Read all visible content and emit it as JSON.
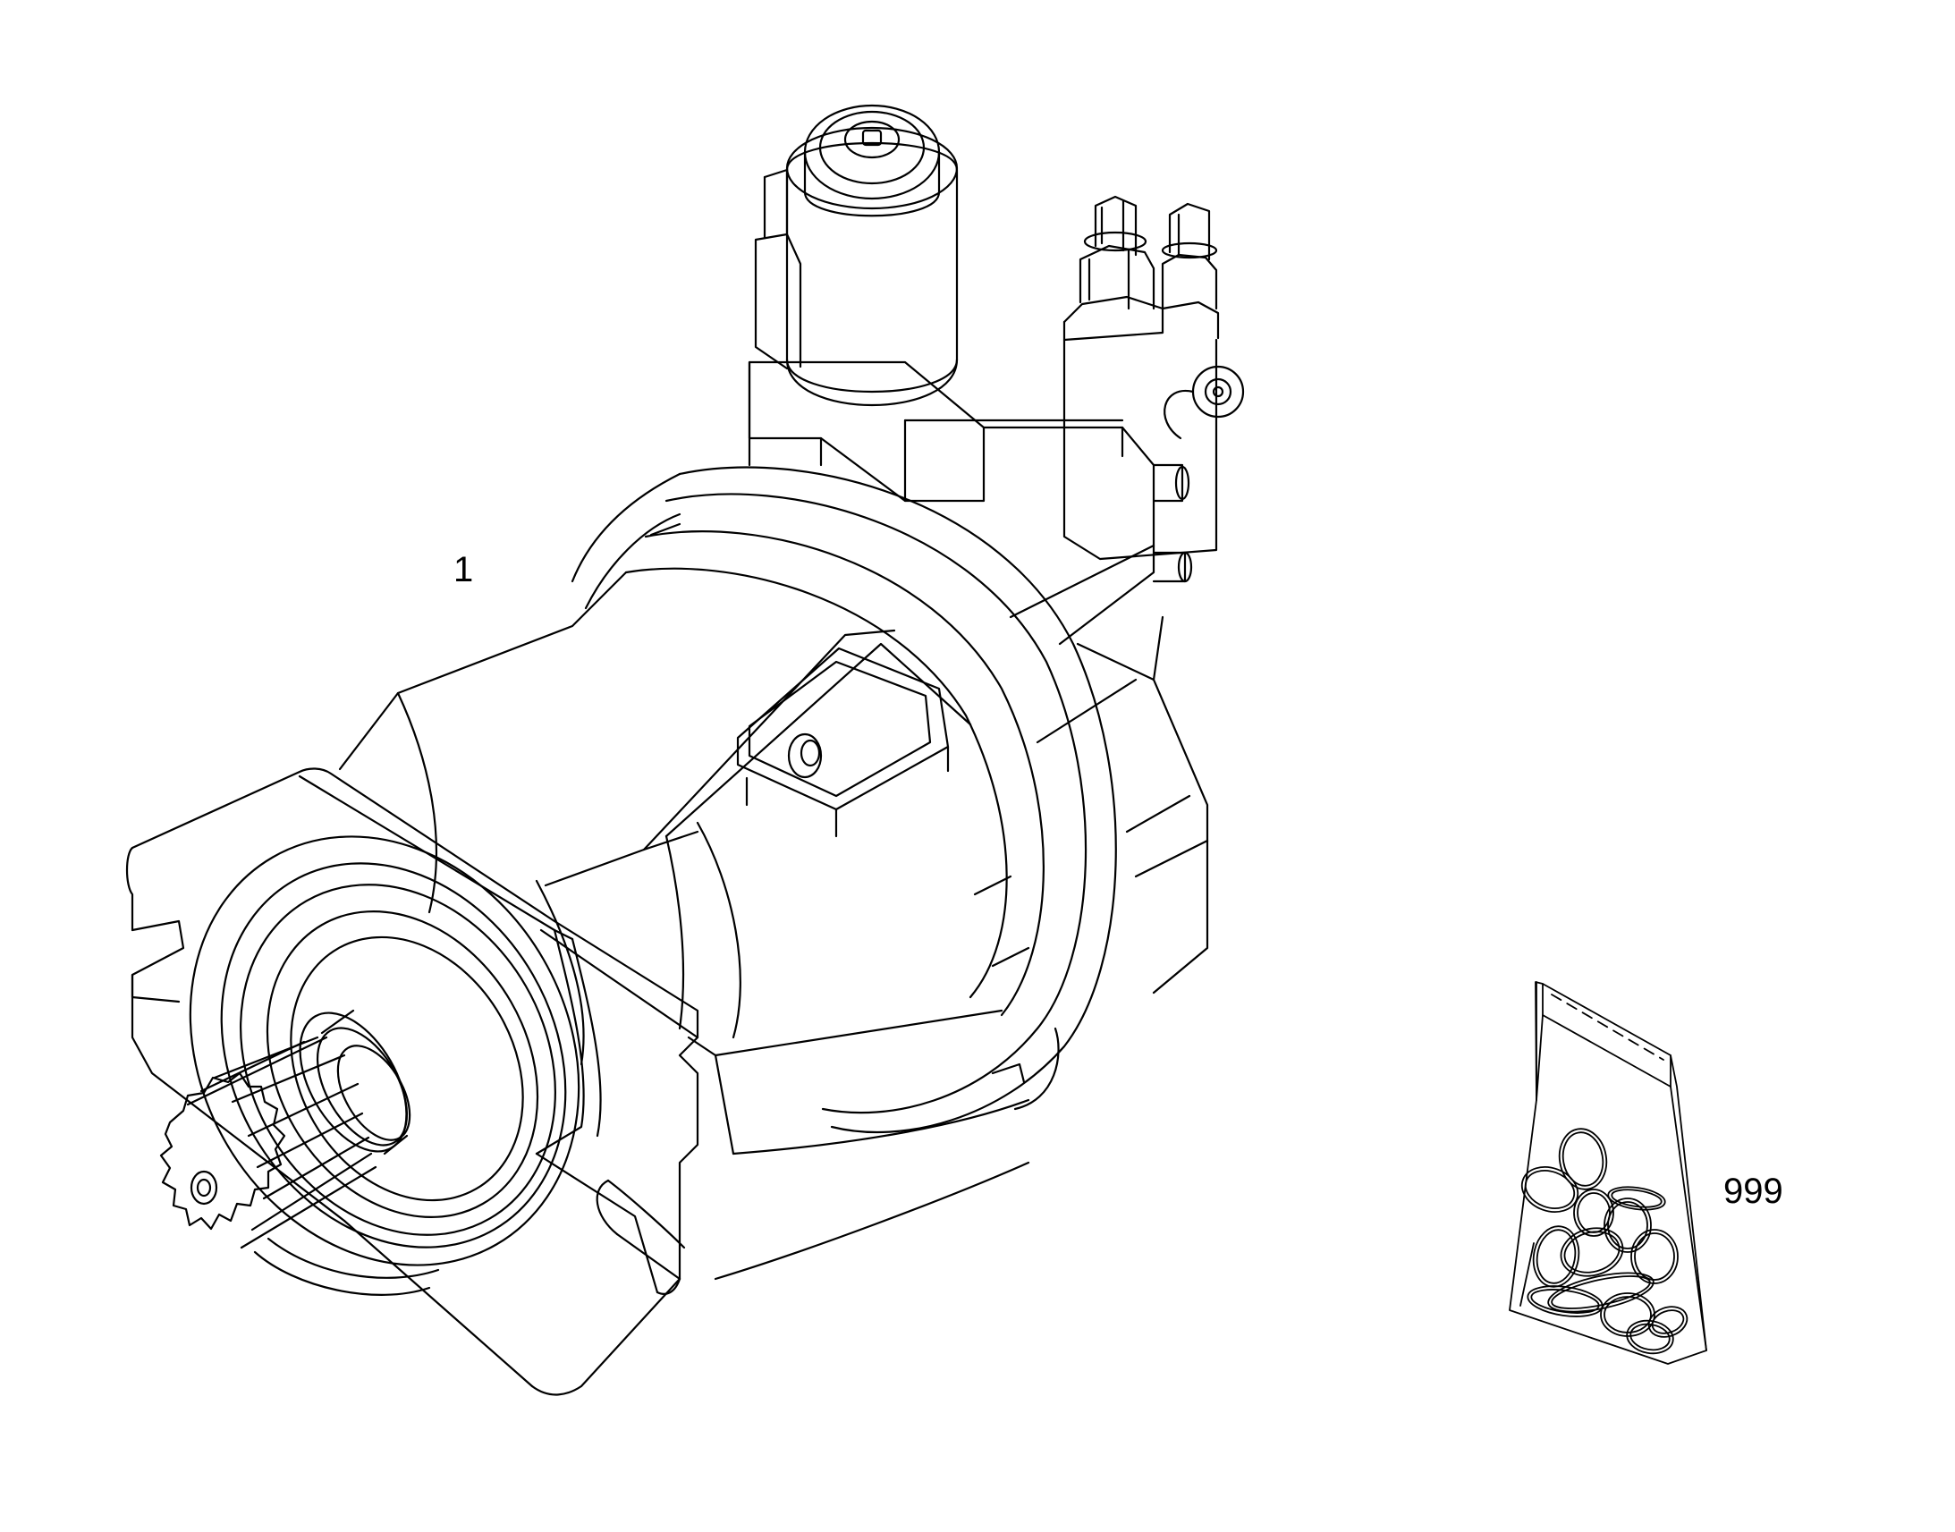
{
  "diagram": {
    "line_color": "#000000",
    "background_color": "#ffffff",
    "parts": [
      {
        "callout": "1",
        "icon": "hydraulic-motor-drawing"
      },
      {
        "callout": "999",
        "icon": "seal-kit-bag-drawing"
      }
    ]
  }
}
